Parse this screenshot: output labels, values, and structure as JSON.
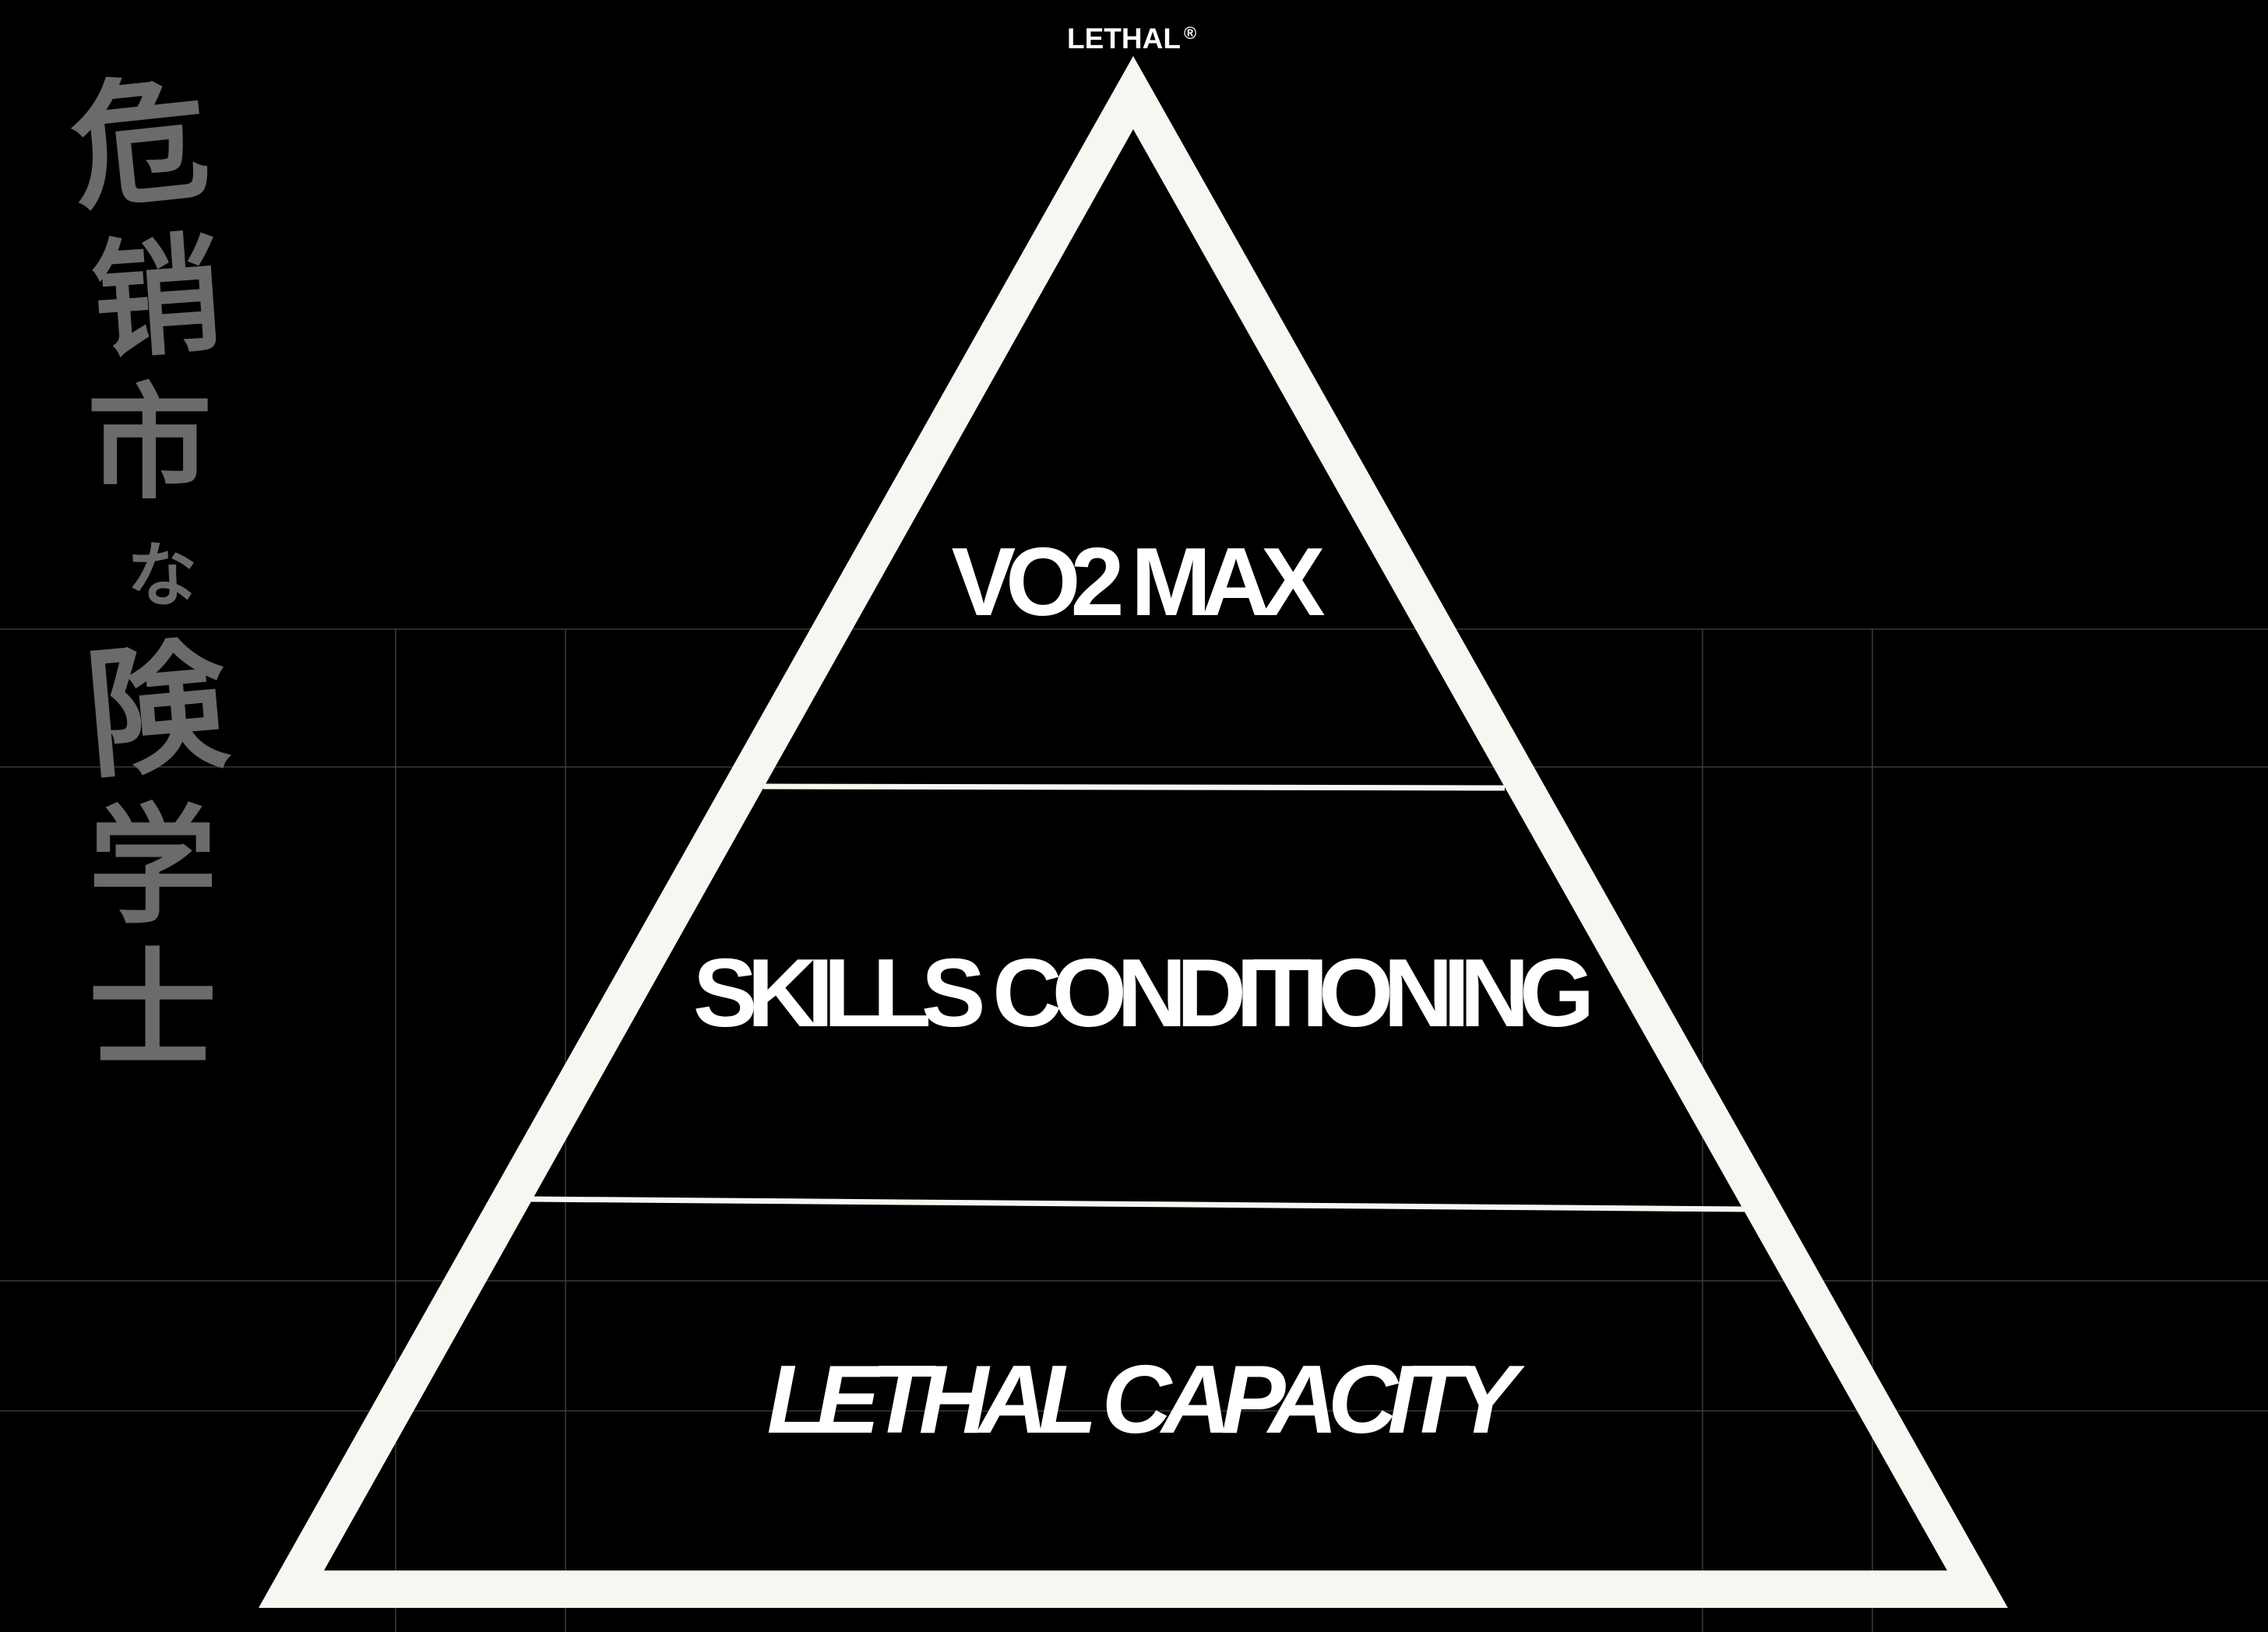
{
  "brand": {
    "name": "LETHAL",
    "mark": "®"
  },
  "vertical_calligraphy": {
    "characters": [
      "危",
      "销",
      "市",
      "な",
      "険",
      "学",
      "士"
    ]
  },
  "pyramid": {
    "tiers": [
      {
        "label": "VO2 MAX"
      },
      {
        "label": "SKILLS CONDITIONING"
      },
      {
        "label": "LETHAL CAPACITY"
      }
    ]
  },
  "colors": {
    "background": "#000000",
    "outline": "#f8f6f0",
    "text": "#ffffff",
    "calligraphy": "#6b6b6b",
    "grid": "#3a3a3a"
  }
}
